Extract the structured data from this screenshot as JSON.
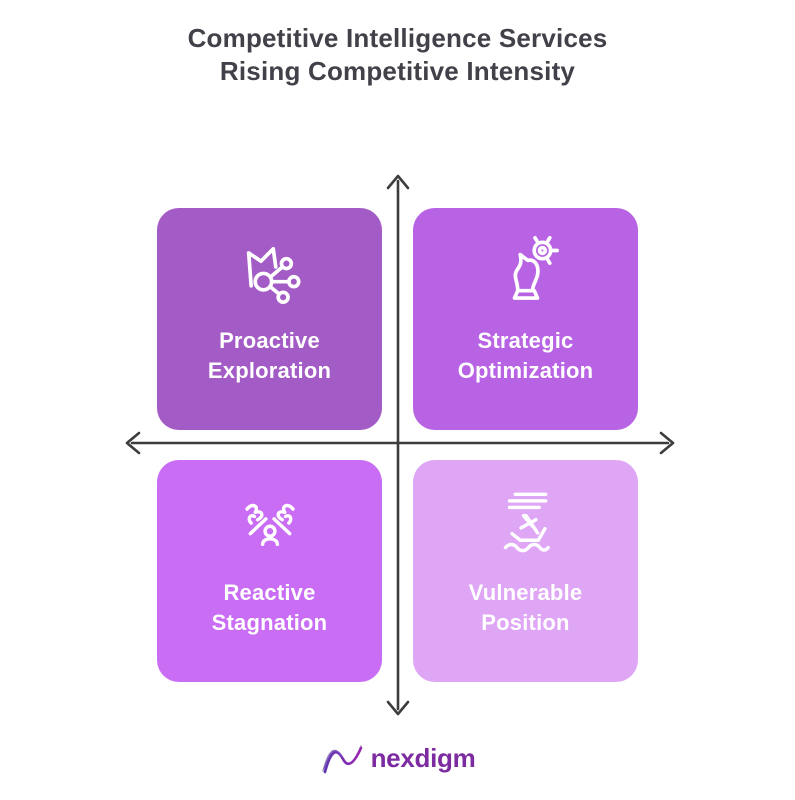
{
  "title": {
    "line1": "Competitive Intelligence Services",
    "line2": "Rising Competitive Intensity"
  },
  "quadrants": [
    {
      "position": "top-left",
      "line1": "Proactive",
      "line2": "Exploration",
      "icon": "map-network-icon",
      "bg": "#A35BC6"
    },
    {
      "position": "top-right",
      "line1": "Strategic",
      "line2": "Optimization",
      "icon": "chess-knight-gear-icon",
      "bg": "#B763E3"
    },
    {
      "position": "bottom-left",
      "line1": "Reactive",
      "line2": "Stagnation",
      "icon": "withered-branches-person-icon",
      "bg": "#C96DF4"
    },
    {
      "position": "bottom-right",
      "line1": "Vulnerable",
      "line2": "Position",
      "icon": "sinking-ship-icon",
      "bg": "#DFA6F6"
    }
  ],
  "axes": {
    "style": "double-headed arrows, vertical and horizontal",
    "color": "#3D3D3D"
  },
  "logo": {
    "text": "nexdigm",
    "mark": "n-wave-logo-icon",
    "text_color": "#7C2BA0"
  },
  "colors": {
    "background": "#FFFFFF",
    "title_text": "#414149",
    "quadrant_text": "#FFFFFF"
  }
}
